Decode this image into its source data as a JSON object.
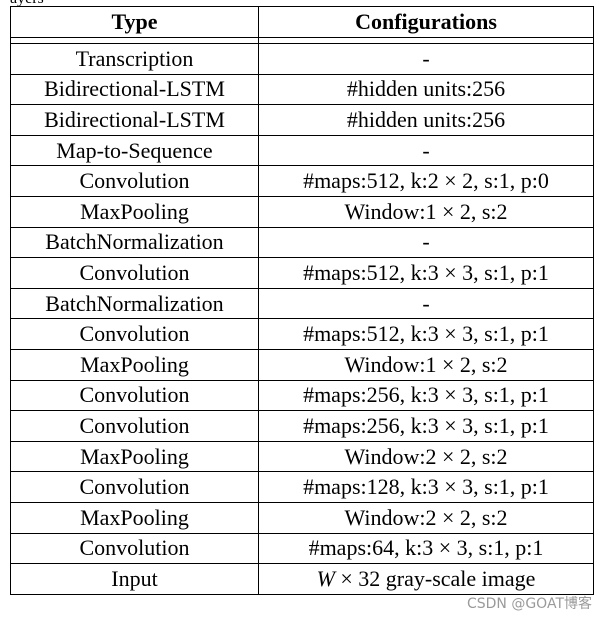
{
  "top_fragment": "ayers",
  "table": {
    "headers": [
      "Type",
      "Configurations"
    ],
    "rows": [
      {
        "type": "Transcription",
        "config": "-"
      },
      {
        "type": "Bidirectional-LSTM",
        "config": "#hidden units:256"
      },
      {
        "type": "Bidirectional-LSTM",
        "config": "#hidden units:256"
      },
      {
        "type": "Map-to-Sequence",
        "config": "-"
      },
      {
        "type": "Convolution",
        "config": "#maps:512, k:2 × 2, s:1, p:0"
      },
      {
        "type": "MaxPooling",
        "config": "Window:1 × 2, s:2"
      },
      {
        "type": "BatchNormalization",
        "config": "-"
      },
      {
        "type": "Convolution",
        "config": "#maps:512, k:3 × 3, s:1, p:1"
      },
      {
        "type": "BatchNormalization",
        "config": "-"
      },
      {
        "type": "Convolution",
        "config": "#maps:512, k:3 × 3, s:1, p:1"
      },
      {
        "type": "MaxPooling",
        "config": "Window:1 × 2, s:2"
      },
      {
        "type": "Convolution",
        "config": "#maps:256, k:3 × 3, s:1, p:1"
      },
      {
        "type": "Convolution",
        "config": "#maps:256, k:3 × 3, s:1, p:1"
      },
      {
        "type": "MaxPooling",
        "config": "Window:2 × 2, s:2"
      },
      {
        "type": "Convolution",
        "config": "#maps:128, k:3 × 3, s:1, p:1"
      },
      {
        "type": "MaxPooling",
        "config": "Window:2 × 2, s:2"
      },
      {
        "type": "Convolution",
        "config": "#maps:64, k:3 × 3, s:1, p:1"
      },
      {
        "type": "Input",
        "config": "W × 32 gray-scale image"
      }
    ]
  },
  "watermark": "CSDN @GOAT博客"
}
